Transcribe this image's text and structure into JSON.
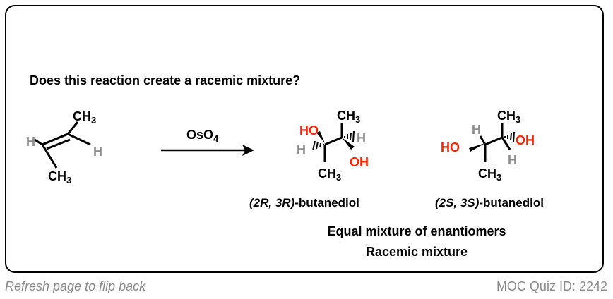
{
  "question": "Does this reaction create a racemic mixture?",
  "reagent": {
    "symbol": "OsO",
    "subscript": "4"
  },
  "atoms": {
    "H": "H",
    "C": "CH",
    "sub3": "3",
    "HO": "HO",
    "OH": "OH"
  },
  "products": {
    "left_label_config": "(2R, 3R)",
    "left_label_name": "-butanediol",
    "right_label_config": "(2S, 3S)",
    "right_label_name": "-butanediol"
  },
  "conclusion": {
    "line1": "Equal mixture of enantiomers",
    "line2": "Racemic mixture"
  },
  "footer": {
    "hint": "Refresh page to flip back",
    "quiz_id": "MOC Quiz ID: 2242"
  },
  "colors": {
    "oxygen": "#ff2200",
    "hydrogen": "#8c8c8c",
    "bond": "#000000"
  }
}
